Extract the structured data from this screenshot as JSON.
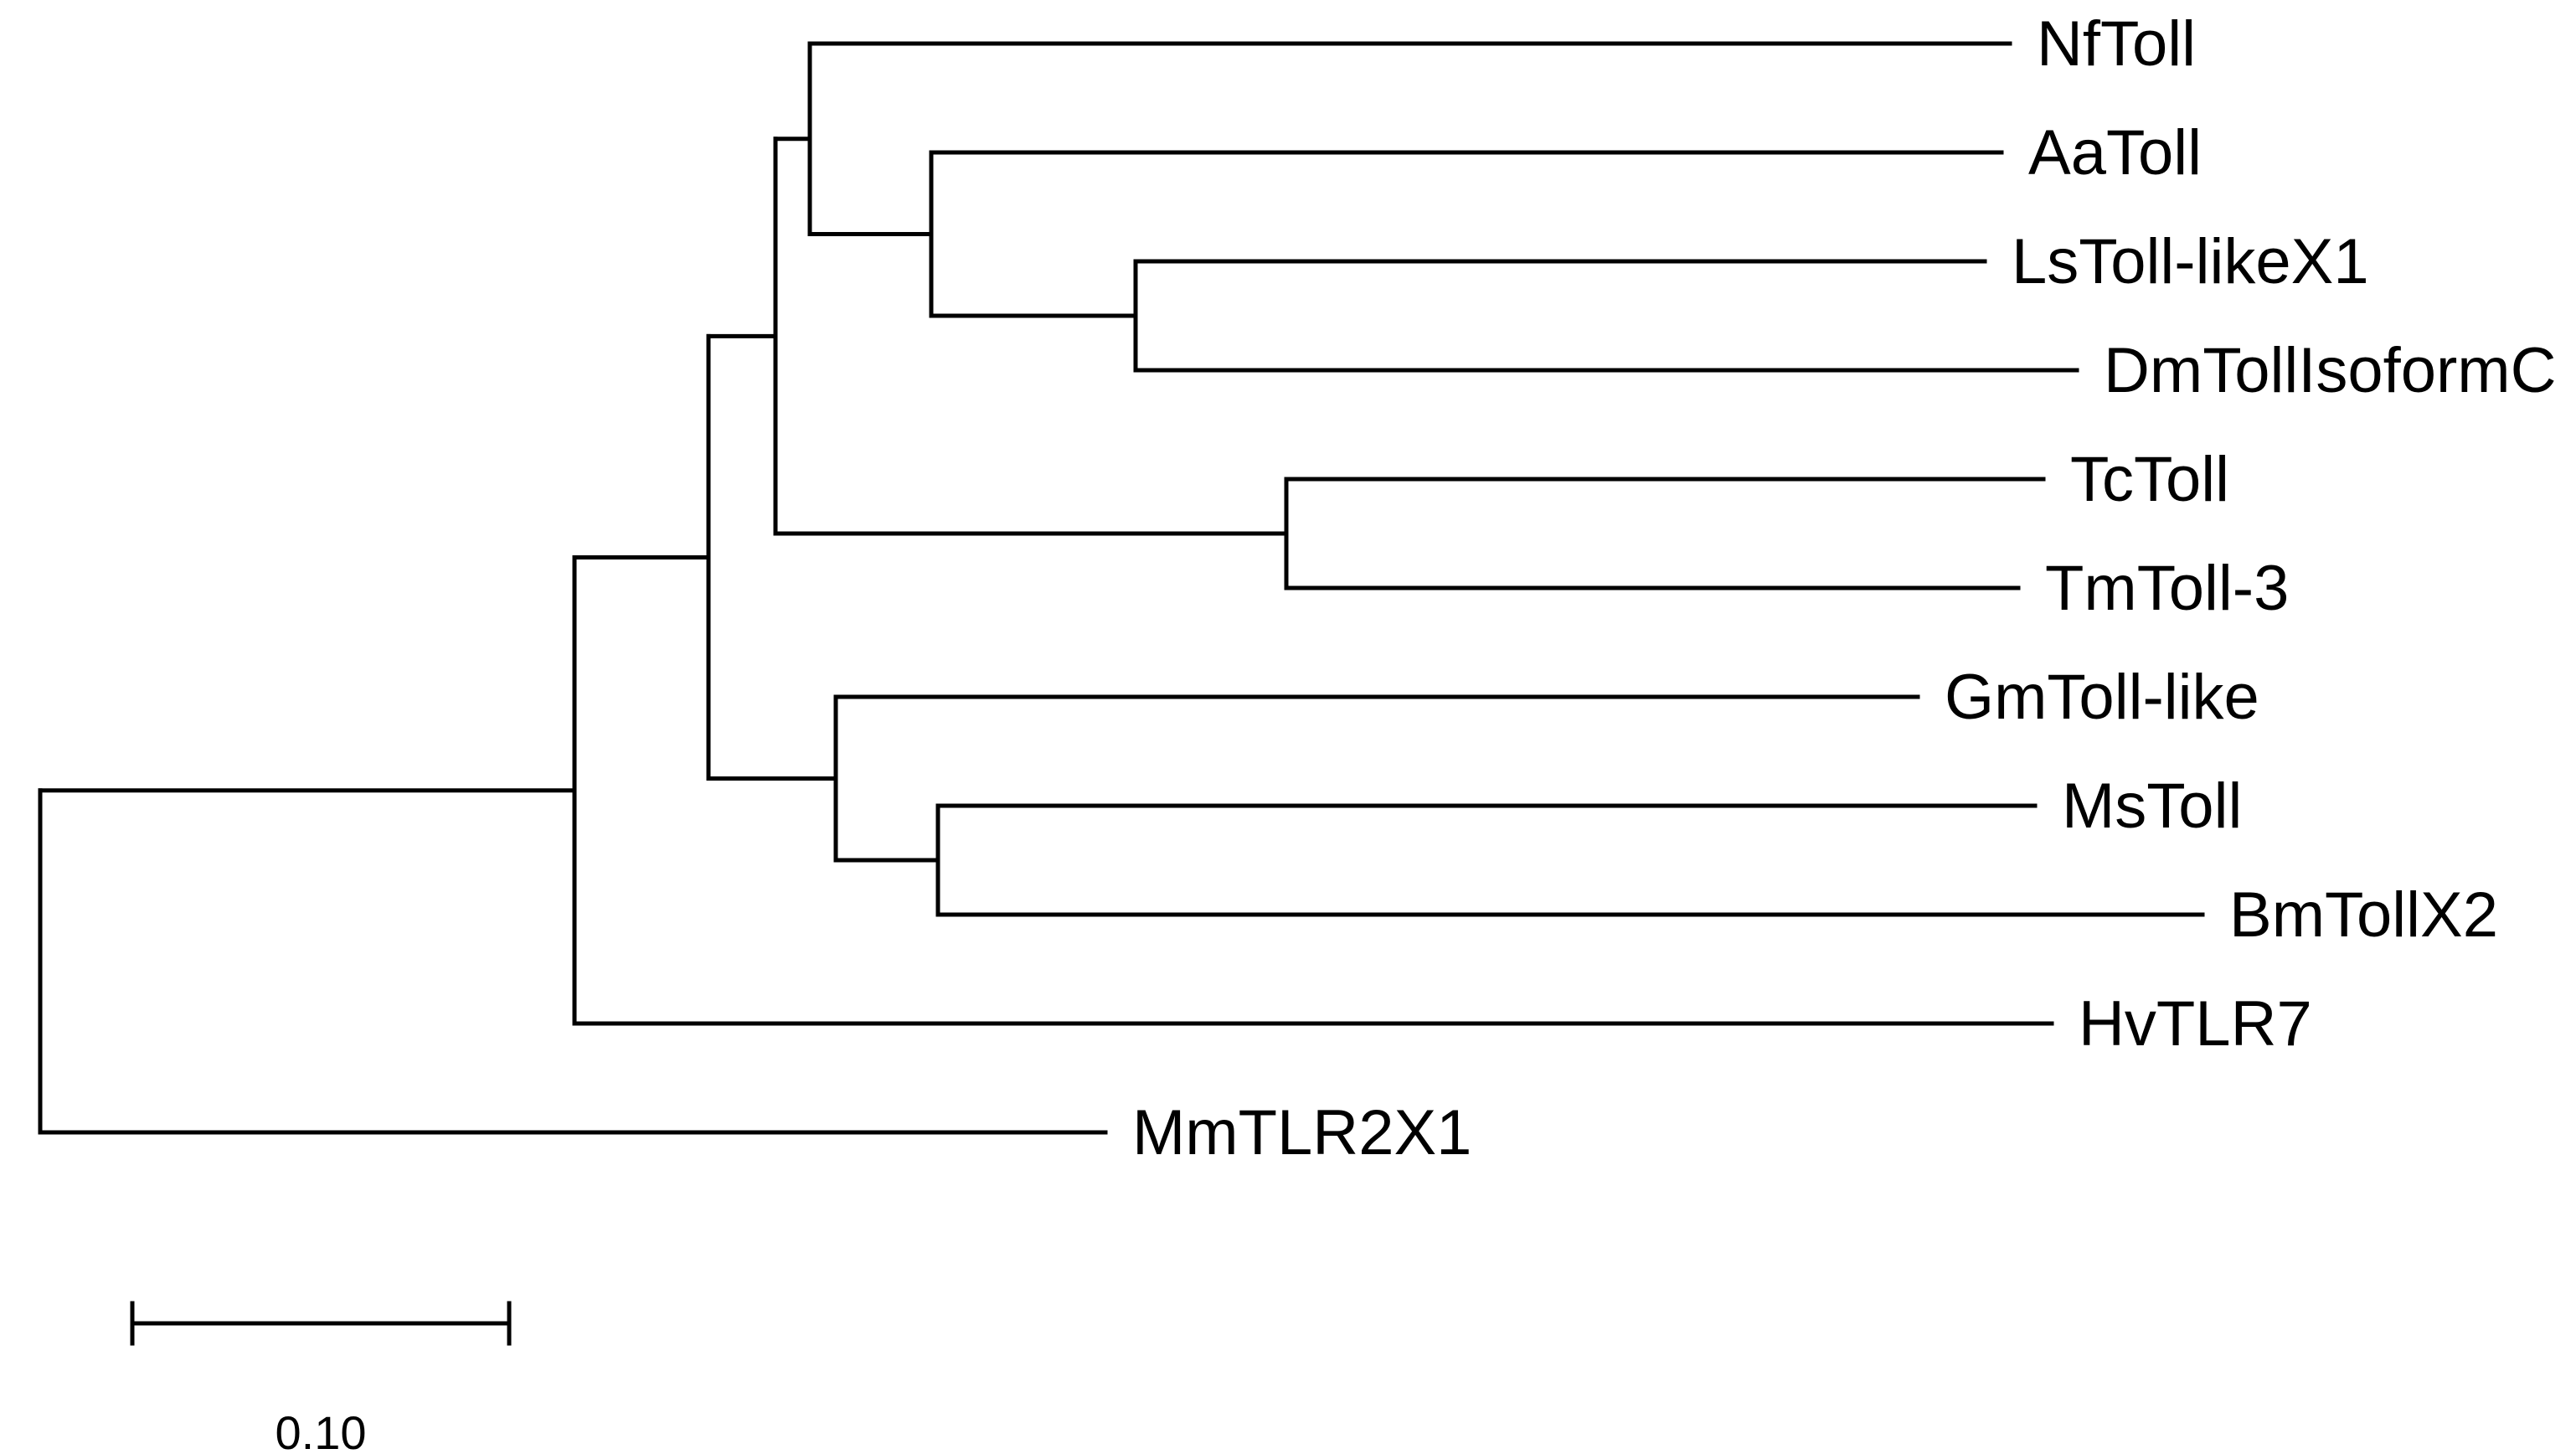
{
  "tree": {
    "line_color": "#000000",
    "taxa": [
      {
        "id": "nf",
        "label": "NfToll"
      },
      {
        "id": "aa",
        "label": "AaToll"
      },
      {
        "id": "ls",
        "label": "LsToll-likeX1"
      },
      {
        "id": "dm",
        "label": "DmTollIsoformC"
      },
      {
        "id": "tc",
        "label": "TcToll"
      },
      {
        "id": "tm",
        "label": "TmToll-3"
      },
      {
        "id": "gm",
        "label": "GmToll-like"
      },
      {
        "id": "ms",
        "label": "MsToll"
      },
      {
        "id": "bm",
        "label": "BmTollX2"
      },
      {
        "id": "hv",
        "label": "HvTLR7"
      },
      {
        "id": "mm",
        "label": "MmTLR2X1"
      }
    ]
  },
  "scale_bar": {
    "label": "0.10",
    "value": 0.1
  }
}
